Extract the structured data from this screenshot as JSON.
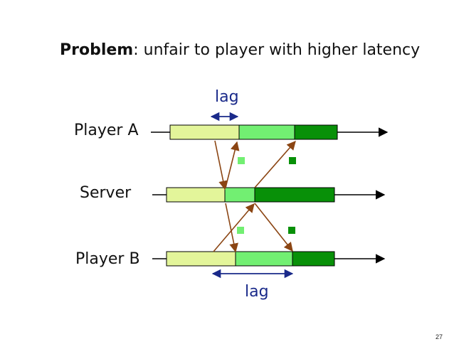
{
  "slide": {
    "title_bold": "Problem",
    "title_rest": ": unfair to player with higher latency",
    "page_number": "27"
  },
  "rows": {
    "player_a": "Player A",
    "server": "Server",
    "player_b": "Player B"
  },
  "lag_labels": {
    "top": "lag",
    "bottom": "lag"
  },
  "colors": {
    "light_green": "#e3f59a",
    "mid_green": "#72ef72",
    "dark_green": "#089008",
    "arrow": "#8b4513",
    "lag_blue": "#1a2a8a"
  }
}
